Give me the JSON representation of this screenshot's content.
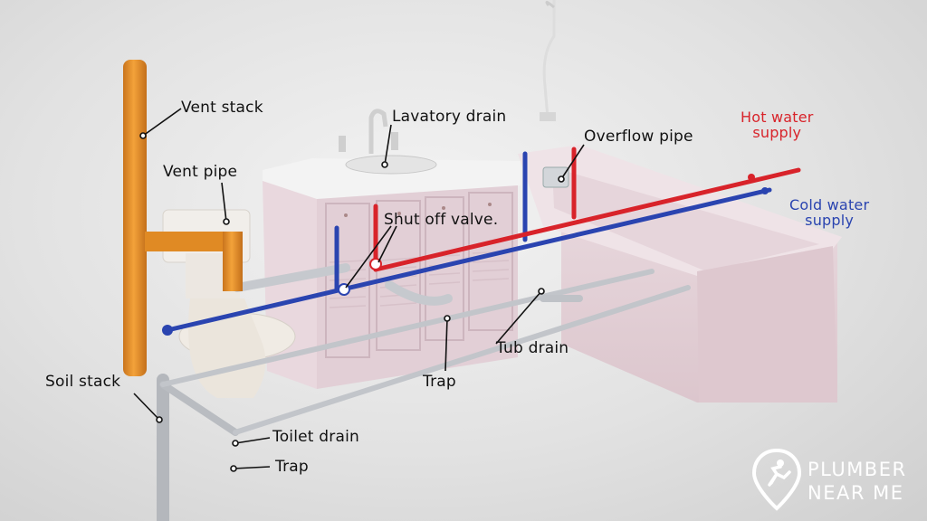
{
  "labels": {
    "vent_stack": "Vent stack",
    "vent_pipe": "Vent pipe",
    "lavatory_drain": "Lavatory drain",
    "overflow_pipe": "Overflow pipe",
    "hot_water_supply_line1": "Hot water",
    "hot_water_supply_line2": "supply",
    "cold_water_supply_line1": "Cold water",
    "cold_water_supply_line2": "supply",
    "shut_off_valve": "Shut off valve.",
    "tub_drain": "Tub drain",
    "trap_sink": "Trap",
    "soil_stack": "Soil stack",
    "toilet_drain": "Toilet drain",
    "trap_toilet": "Trap"
  },
  "logo": {
    "line1": "PLUMBER",
    "line2": "NEAR ME"
  },
  "colors": {
    "hot_water": "#d8232a",
    "cold_water": "#2a44b0",
    "vent": "#e8922a",
    "vanity": "#e4d2d8",
    "drain_pipe": "#c9ccd1"
  }
}
